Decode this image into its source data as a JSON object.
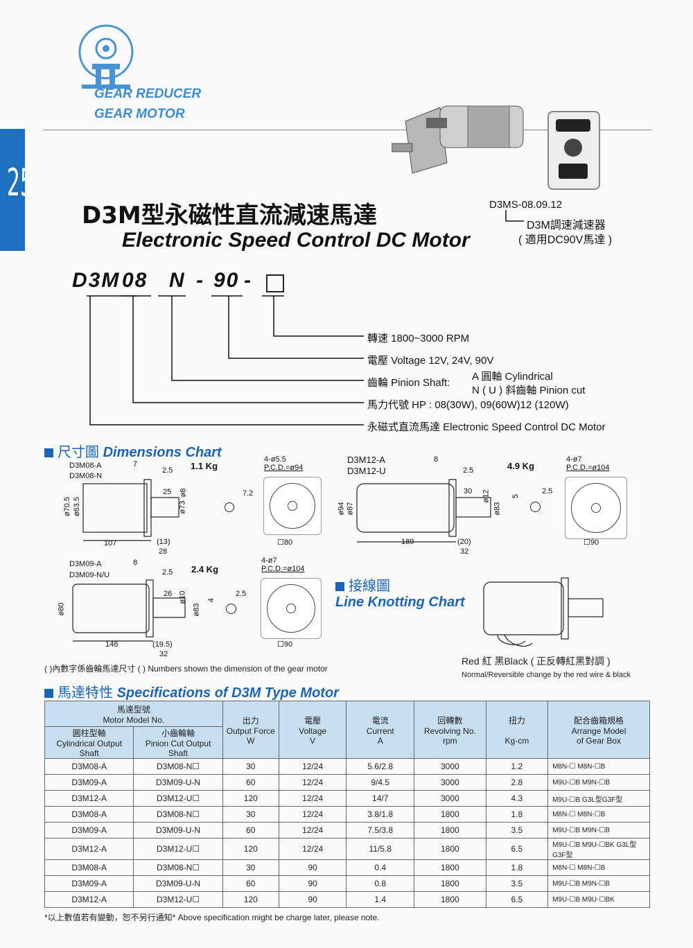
{
  "brand": {
    "line1": "GEAR REDUCER",
    "line2": "GEAR MOTOR"
  },
  "page_number": "25",
  "title": {
    "cn": "D3M型永磁性直流減速馬達",
    "en": "Electronic Speed Control DC Motor"
  },
  "controller": {
    "model": "D3MS-08.09.12",
    "desc_cn": "D3M調速減速器",
    "note_cn": "( 適用DC90V馬達 )"
  },
  "model_code": {
    "p1": "D3M",
    "p2": "08",
    "p3": "N",
    "p4": "-",
    "p5": "90",
    "p6": "-"
  },
  "code_legend": [
    "轉速 1800~3000 RPM",
    "電壓 Voltage 12V, 24V, 90V",
    "齒輪 Pinion Shaft:",
    "馬力代號 HP : 08(30W), 09(60W)12 (120W)",
    "永磁式直流馬達 Electronic Speed Control DC Motor"
  ],
  "pinion_options": {
    "a": "A 圓軸 Cylindrical",
    "n": "N ( U ) 斜齒軸 Pinion cut"
  },
  "dimensions": {
    "heading_cn": "尺寸圖",
    "heading_en": "Dimensions Chart",
    "m08": {
      "model_a": "D3M08-A",
      "model_n": "D3M08-N",
      "weight": "1.1 Kg",
      "d1": "7",
      "d2": "2.5",
      "d3": "25",
      "d4": "ø8",
      "d5": "ø73",
      "d6": "ø70.5",
      "d7": "ø63.5",
      "d8": "107",
      "d9": "(13)",
      "d10": "28",
      "d11": "7.2",
      "holes": "4-ø5.5",
      "pcd": "P.C.D.=ø94",
      "sq": "80"
    },
    "m12": {
      "model_a": "D3M12-A",
      "model_u": "D3M12-U",
      "weight": "4.9 Kg",
      "d1": "8",
      "d2": "2.5",
      "d3": "30",
      "d4": "ø12",
      "d5": "ø83",
      "d6": "ø94",
      "d7": "ø87",
      "d8": "189",
      "d9": "(20)",
      "d10": "32",
      "d11": "5",
      "d12": "2.5",
      "holes": "4-ø7",
      "pcd": "P.C.D.=ø104",
      "sq": "90"
    },
    "m09": {
      "model_a": "D3M09-A",
      "model_n": "D3M09-N/U",
      "weight": "2.4 Kg",
      "d1": "8",
      "d2": "2.5",
      "d3": "26",
      "d4": "ø10",
      "d5": "ø83",
      "d6": "ø80",
      "d8": "146",
      "d9": "(19.5)",
      "d10": "32",
      "d11": "4",
      "d12": "2.5",
      "holes": "4-ø7",
      "pcd": "P.C.D.=ø104",
      "sq": "90"
    },
    "footnote": "(   )內數字係齒輪馬達尺寸  (   ) Numbers shown the dimension of the gear motor"
  },
  "wiring": {
    "heading_cn": "接線圖",
    "heading_en": "Line Knotting Chart",
    "note1": "Red 紅  黑Black ( 正反轉紅黑對調 )",
    "note2": "Normal/Reversible change by the red wire & black"
  },
  "specs": {
    "heading_cn": "馬達特性",
    "heading_en": "Specifications of D3M Type Motor",
    "h_model_cn": "馬達型號",
    "h_model_en": "Motor Model No.",
    "h_cyl_cn": "圓柱型軸",
    "h_cyl_en": "Cylindrical Output Shaft",
    "h_pin_cn": "小齒輪軸",
    "h_pin_en": "Pinion Cut Output Shaft",
    "h_out": [
      "出力",
      "Output Force",
      "W"
    ],
    "h_volt": [
      "電壓",
      "Voltage",
      "V"
    ],
    "h_cur": [
      "電流",
      "Current",
      "A"
    ],
    "h_rev": [
      "回轉數",
      "Revolving No.",
      "rpm"
    ],
    "h_tor": [
      "扭力",
      "Kg-cm"
    ],
    "h_gear": [
      "配合齒箱規格",
      "Arrange Model",
      "of Gear Box"
    ],
    "rows": [
      {
        "cyl": "D3M08-A",
        "pin": "D3M08-N☐",
        "w": "30",
        "v": "12/24",
        "a": "5.6/2.8",
        "rpm": "3000",
        "kg": "1.2",
        "gear": "M8N-☐   M8N-☐B"
      },
      {
        "cyl": "D3M09-A",
        "pin": "D3M09-U-N",
        "w": "60",
        "v": "12/24",
        "a": "9/4.5",
        "rpm": "3000",
        "kg": "2.8",
        "gear": "M9U-☐B  M9N-☐B"
      },
      {
        "cyl": "D3M12-A",
        "pin": "D3M12-U☐",
        "w": "120",
        "v": "12/24",
        "a": "14/7",
        "rpm": "3000",
        "kg": "4.3",
        "gear": "M9U-☐B G3L型G3F型"
      },
      {
        "cyl": "D3M08-A",
        "pin": "D3M08-N☐",
        "w": "30",
        "v": "12/24",
        "a": "3.8/1.8",
        "rpm": "1800",
        "kg": "1.8",
        "gear": "M8N-☐   M8N-☐B"
      },
      {
        "cyl": "D3M09-A",
        "pin": "D3M09-U-N",
        "w": "60",
        "v": "12/24",
        "a": "7.5/3.8",
        "rpm": "1800",
        "kg": "3.5",
        "gear": "M9U-☐B  M9N-☐B"
      },
      {
        "cyl": "D3M12-A",
        "pin": "D3M12-U☐",
        "w": "120",
        "v": "12/24",
        "a": "11/5.8",
        "rpm": "1800",
        "kg": "6.5",
        "gear": "M9U-☐B M9U-☐BK G3L型G3F型"
      },
      {
        "cyl": "D3M08-A",
        "pin": "D3M08-N☐",
        "w": "30",
        "v": "90",
        "a": "0.4",
        "rpm": "1800",
        "kg": "1.8",
        "gear": "M8N-☐   M8N-☐B"
      },
      {
        "cyl": "D3M09-A",
        "pin": "D3M09-U-N",
        "w": "60",
        "v": "90",
        "a": "0.8",
        "rpm": "1800",
        "kg": "3.5",
        "gear": "M9U-☐B  M9N-☐B"
      },
      {
        "cyl": "D3M12-A",
        "pin": "D3M12-U☐",
        "w": "120",
        "v": "90",
        "a": "1.4",
        "rpm": "1800",
        "kg": "6.5",
        "gear": "M9U-☐B M9U-☐BK"
      }
    ]
  },
  "bottom_note": "*以上數值若有變動，恕不另行通知*  Above specification might be charge later, please note."
}
